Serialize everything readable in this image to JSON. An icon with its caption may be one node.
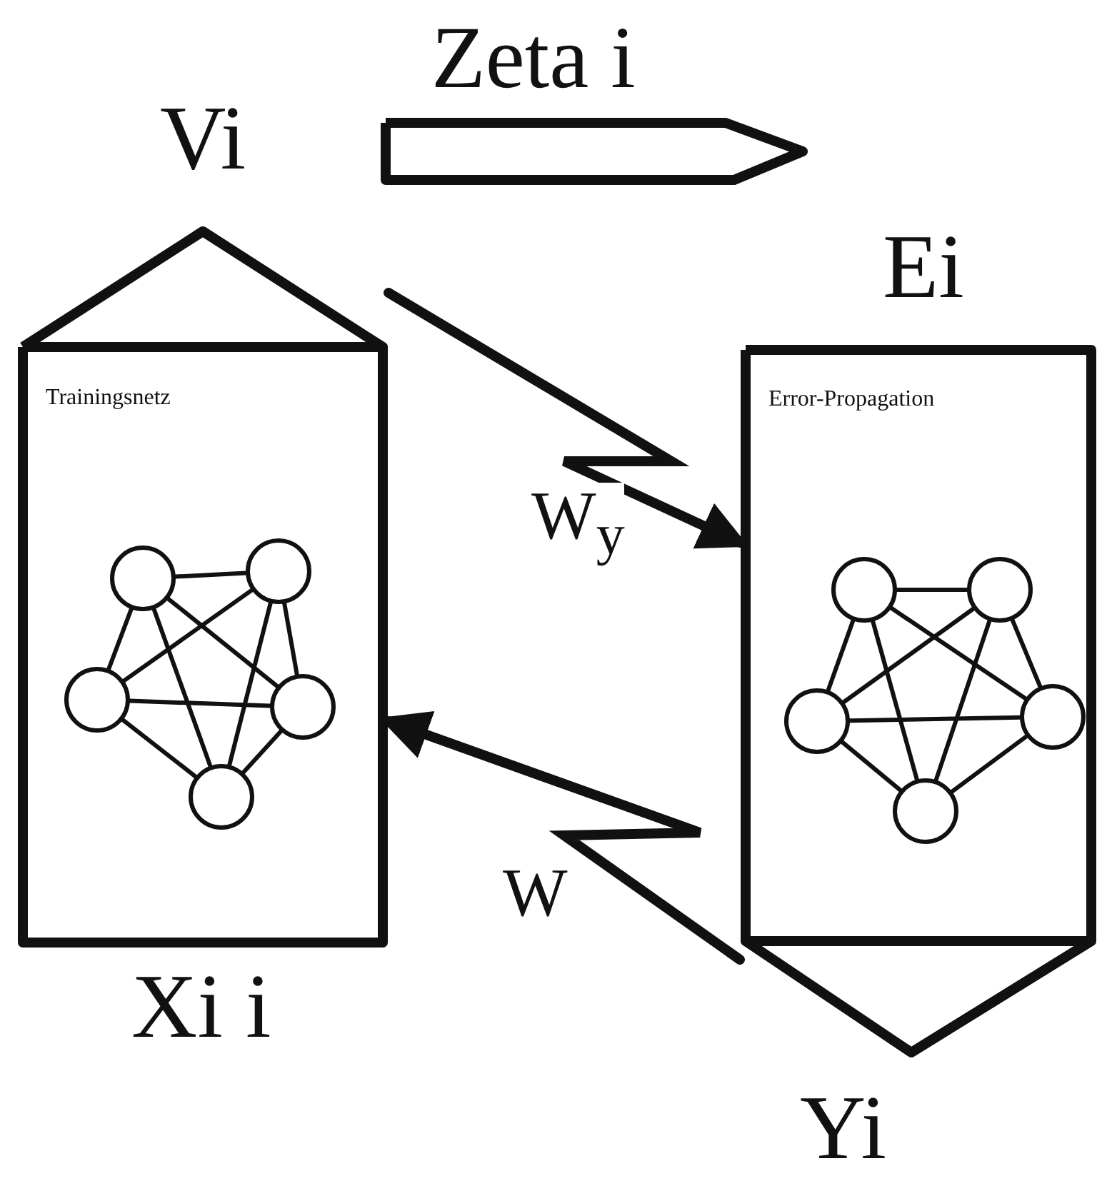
{
  "diagram": {
    "nodes": [
      {
        "text": [
          "Trainingsnetz"
        ]
      },
      {
        "text": [],
        "shape": "circle",
        "in": 0
      },
      {
        "text": [],
        "shape": "circle",
        "in": 0
      },
      {
        "text": [],
        "shape": "circle",
        "in": 0
      },
      {
        "text": [],
        "shape": "circle",
        "in": 0
      },
      {
        "text": [],
        "shape": "circle",
        "in": 0
      },
      {
        "text": [
          "Error-Propagation"
        ]
      },
      {
        "text": [],
        "shape": "circle",
        "in": 6
      },
      {
        "text": [],
        "shape": "circle",
        "in": 6
      },
      {
        "text": [],
        "shape": "circle",
        "in": 6
      },
      {
        "text": [],
        "shape": "circle",
        "in": 6
      },
      {
        "text": [],
        "shape": "circle",
        "in": 6
      },
      {
        "text": [
          "Zeta i"
        ]
      }
    ],
    "edges": [
      {
        "from": 1,
        "to": 2,
        "arrow": "none"
      },
      {
        "from": 1,
        "to": 3,
        "arrow": "none"
      },
      {
        "from": 1,
        "to": 4,
        "arrow": "none"
      },
      {
        "from": 1,
        "to": 5,
        "arrow": "none"
      },
      {
        "from": 2,
        "to": 3,
        "arrow": "none"
      },
      {
        "from": 2,
        "to": 4,
        "arrow": "none"
      },
      {
        "from": 2,
        "to": 5,
        "arrow": "none"
      },
      {
        "from": 3,
        "to": 4,
        "arrow": "none"
      },
      {
        "from": 3,
        "to": 5,
        "arrow": "none"
      },
      {
        "from": 4,
        "to": 5,
        "arrow": "none"
      },
      {
        "from": 7,
        "to": 8,
        "arrow": "none"
      },
      {
        "from": 7,
        "to": 9,
        "arrow": "none"
      },
      {
        "from": 7,
        "to": 10,
        "arrow": "none"
      },
      {
        "from": 7,
        "to": 11,
        "arrow": "none"
      },
      {
        "from": 8,
        "to": 9,
        "arrow": "none"
      },
      {
        "from": 8,
        "to": 10,
        "arrow": "none"
      },
      {
        "from": 8,
        "to": 11,
        "arrow": "none"
      },
      {
        "from": 9,
        "to": 10,
        "arrow": "none"
      },
      {
        "from": 9,
        "to": 11,
        "arrow": "none"
      },
      {
        "from": 10,
        "to": 11,
        "arrow": "none"
      },
      {
        "from": 0,
        "to": 6,
        "arrow": "to",
        "label": "W$_{y}$",
        "style": "thick"
      },
      {
        "from": 6,
        "to": 0,
        "arrow": "to",
        "label": "W",
        "style": "thick"
      }
    ],
    "labels": [
      "Vi",
      "Ei",
      "Xi i",
      "Yi"
    ]
  }
}
